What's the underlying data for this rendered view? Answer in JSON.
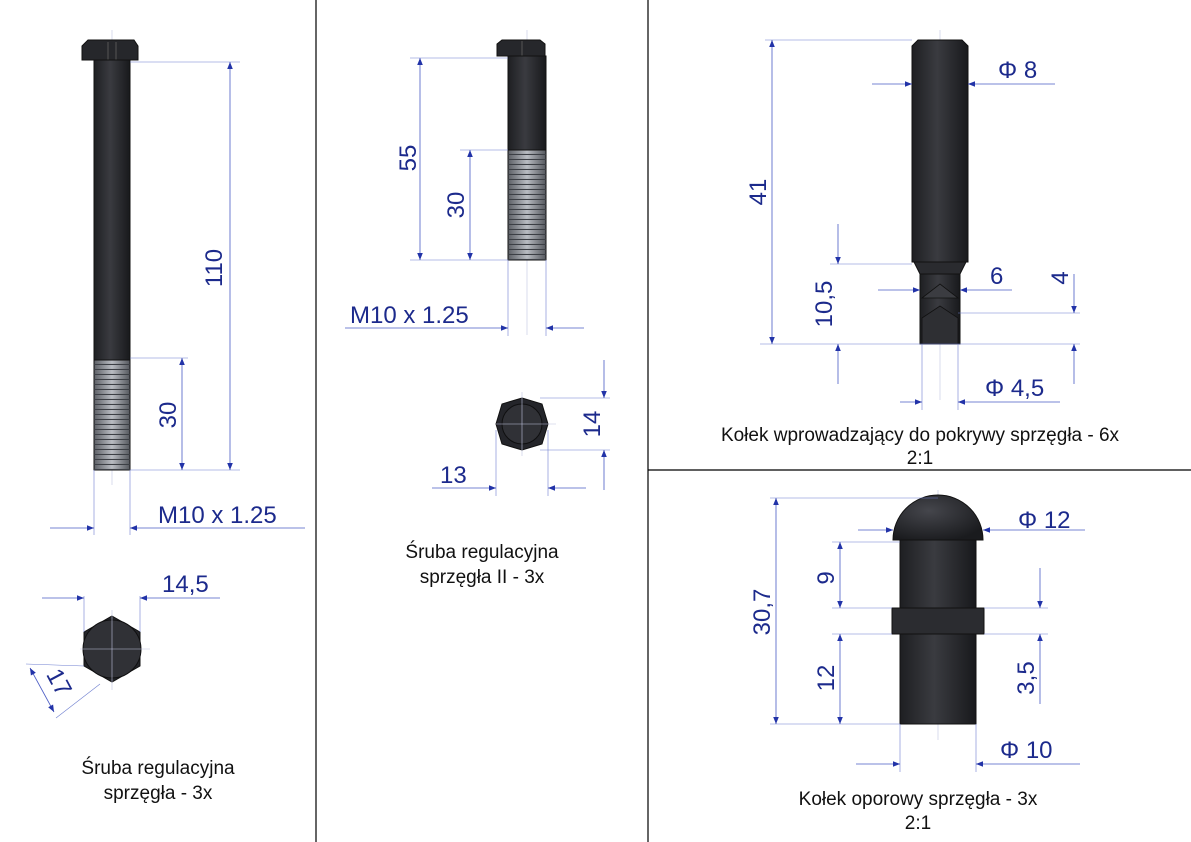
{
  "colors": {
    "dimension": "#1c2a8c",
    "part": "#2c2d31",
    "thread": "#8f9297",
    "border": "#000000"
  },
  "part1": {
    "caption": [
      "Śruba regulacyjna",
      "sprzęgła - 3x"
    ],
    "dims": {
      "length": "110",
      "thread": "30",
      "thread_spec": "M10 x 1.25",
      "head_across_flats": "14,5",
      "head_across_corners": "17"
    }
  },
  "part2": {
    "caption": [
      "Śruba regulacyjna",
      "sprzęgła II - 3x"
    ],
    "dims": {
      "length": "55",
      "thread": "30",
      "thread_spec": "M10 x 1.25",
      "head_across_flats": "14",
      "head_width": "13"
    }
  },
  "part3": {
    "caption": "Kołek wprowadzający do pokrywy sprzęgła - 6x",
    "scale": "2:1",
    "dims": {
      "diameter": "Φ 8",
      "length": "41",
      "groove_pos": "10,5",
      "groove_width": "6",
      "tip": "4",
      "tip_diameter": "Φ 4,5"
    }
  },
  "part4": {
    "caption": "Kołek oporowy sprzęgła - 3x",
    "scale": "2:1",
    "dims": {
      "head_diameter": "Φ 12",
      "length": "30,7",
      "head_height": "9",
      "collar": "3,5",
      "body_length": "12",
      "body_diameter": "Φ 10"
    }
  }
}
